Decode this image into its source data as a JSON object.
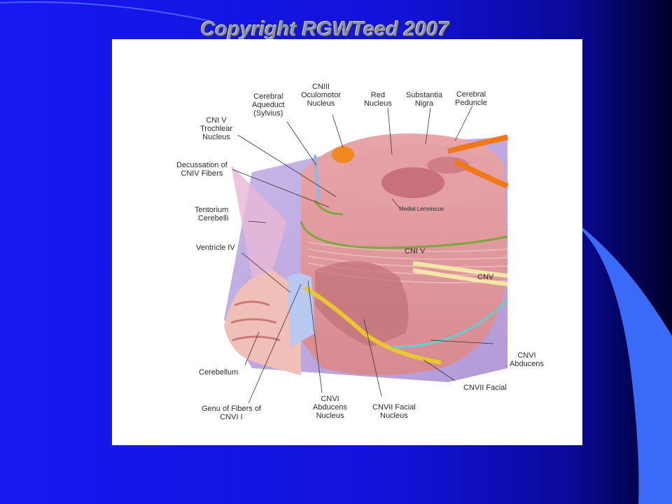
{
  "slide": {
    "copyright": "Copyright RGWTeed 2007",
    "colors": {
      "background": "#1414ee",
      "accent_curve": "#3a6af8",
      "dark_corner": "#000040",
      "frame": "#ffffff"
    }
  },
  "figure": {
    "labels": {
      "cniii": "CNIII\nOculomotor\nNucleus",
      "cerebral_aqueduct": "Cerebral\nAqueduct\n(Sylvius)",
      "red_nucleus": "Red\nNucleus",
      "substantia_nigra": "Substantia\nNigra",
      "cerebral_peduncle": "Cerebral\nPeduncle",
      "cniv_trochlear": "CNI V\nTrochlear\nNucleus",
      "decussation": "Decussation of\nCNIV Fibers",
      "medial_lemniscus": "Medial Lemniscus",
      "tentorium": "Tentorium\nCerebelli",
      "cniv_nerve": "CNI V",
      "ventricle_iv": "Ventricle IV",
      "cnv": "CNV",
      "cnvi_abducens": "CNVI\nAbducens",
      "cnvii_facial": "CNVII Facial",
      "cerebellum": "Cerebellum",
      "genu": "Genu of Fibers of\nCNVI I",
      "cnvi_nucleus": "CNVI\nAbducens\nNucleus",
      "cnvii_nucleus": "CNVII Facial\nNucleus"
    }
  }
}
